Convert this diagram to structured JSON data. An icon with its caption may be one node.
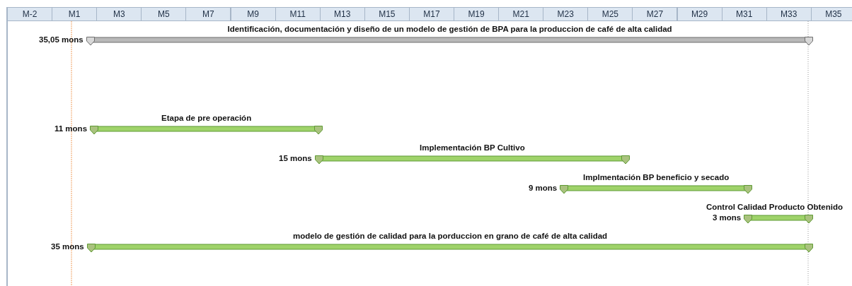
{
  "diagram": {
    "nodes": [
      {
        "text": [
          "Identificación, documentación y diseño de un modelo de gestión de BPA para la produccion de café de alta calidad"
        ],
        "beside": [
          "35,05 mons"
        ]
      },
      {
        "text": [
          "Etapa de pre operación"
        ],
        "beside": [
          "11 mons"
        ]
      },
      {
        "text": [
          "Implementación BP Cultivo"
        ],
        "beside": [
          "15 mons"
        ]
      },
      {
        "text": [
          "Implmentación BP beneficio y secado"
        ],
        "beside": [
          "9 mons"
        ]
      },
      {
        "text": [
          "Control Calidad Producto Obtenido"
        ],
        "beside": [
          "3 mons"
        ]
      },
      {
        "text": [
          "modelo de gestión de calidad para la porduccion en grano de café de alta calidad"
        ],
        "beside": [
          "35 mons"
        ]
      }
    ],
    "labels": [
      "M-2",
      "M1",
      "M3",
      "M5",
      "M7",
      "M9",
      "M11",
      "M13",
      "M15",
      "M17",
      "M19",
      "M21",
      "M23",
      "M25",
      "M27",
      "M29",
      "M31",
      "M33",
      "M35"
    ]
  }
}
